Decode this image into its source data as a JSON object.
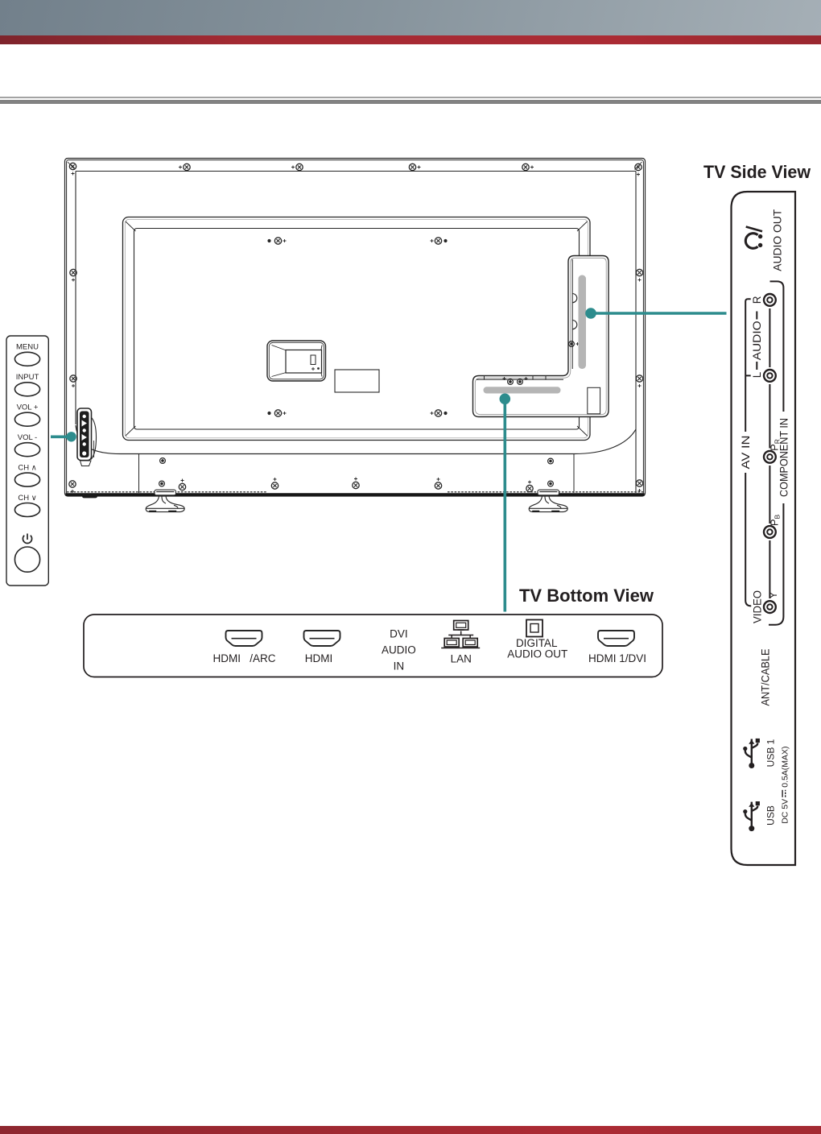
{
  "page_type": "tv-manual-connections-diagram",
  "colors": {
    "line": "#262626",
    "teal_connector": "#2d8c8d",
    "port_bar_gray": "#b5b5b5",
    "banner_gray": "#86939c",
    "banner_red": "#a42a33"
  },
  "back_view": {
    "controls": {
      "items": [
        {
          "label": "MENU"
        },
        {
          "label": "INPUT"
        },
        {
          "label": "VOL +"
        },
        {
          "label": "VOL -"
        },
        {
          "label": "CH ∧"
        },
        {
          "label": "CH ∨"
        }
      ],
      "power_icon": "power-icon"
    }
  },
  "side_view": {
    "title": "TV Side View",
    "headphone_icon": "headphone-jack-icon",
    "audio_out": "AUDIO OUT",
    "audio_group": {
      "right": "R",
      "label": "AUDIO",
      "left": "L"
    },
    "av_in": "AV IN",
    "component_in": "COMPONENT IN",
    "jacks": {
      "pr": {
        "main": "P",
        "sub": "R"
      },
      "pb": {
        "main": "P",
        "sub": "B"
      },
      "y": {
        "main": "Y"
      }
    },
    "video": "VIDEO",
    "ant_cable": "ANT/CABLE",
    "usb1": {
      "icon": "usb-icon",
      "label": "USB 1"
    },
    "usb": {
      "icon": "usb-icon",
      "label": "USB"
    },
    "dc_rating": {
      "part1": "DC 5V",
      "symbol": "⎓",
      "part2": "0.5A(MAX)"
    }
  },
  "bottom_view": {
    "title": "TV Bottom View",
    "ports": [
      {
        "icon": "hdmi-port-icon",
        "label": "HDMI   /ARC"
      },
      {
        "icon": "hdmi-port-icon",
        "label": "HDMI"
      },
      {
        "icon": "none",
        "lines": [
          "DVI",
          "AUDIO",
          "IN"
        ]
      },
      {
        "icon": "lan-port-icon",
        "label": "LAN"
      },
      {
        "icon": "optical-audio-icon",
        "lines": [
          "DIGITAL",
          "AUDIO OUT"
        ]
      },
      {
        "icon": "hdmi-port-icon",
        "label": "HDMI 1/DVI"
      }
    ]
  }
}
